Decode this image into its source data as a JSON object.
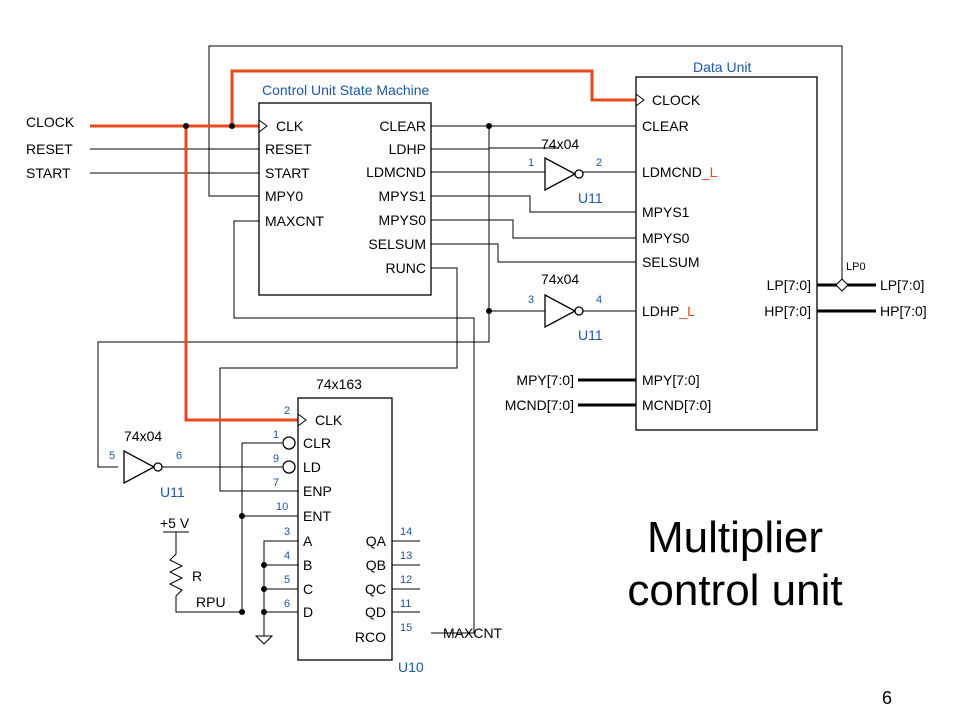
{
  "colors": {
    "clock_net": "#e84a1d",
    "annotation": "#1f57a8"
  },
  "title": {
    "line1": "Multiplier",
    "line2": "control unit"
  },
  "page_number": "6",
  "inputs": {
    "clock": "CLOCK",
    "reset": "RESET",
    "start": "START"
  },
  "control_unit": {
    "title": "Control Unit State Machine",
    "left_pins": [
      "CLK",
      "RESET",
      "START",
      "MPY0",
      "MAXCNT"
    ],
    "right_pins": [
      "CLEAR",
      "LDHP",
      "LDMCND",
      "MPYS1",
      "MPYS0",
      "SELSUM",
      "RUNC"
    ]
  },
  "data_unit": {
    "title": "Data Unit",
    "left_pins": [
      "CLOCK",
      "CLEAR",
      "LDMCND_L",
      "MPYS1",
      "MPYS0",
      "SELSUM",
      "LDHP_L",
      "MPY[7:0]",
      "MCND[7:0]"
    ],
    "right_pins": [
      "LP[7:0]",
      "HP[7:0]"
    ]
  },
  "inverters": [
    {
      "part": "74x04",
      "ref": "U11",
      "in_pin": "1",
      "out_pin": "2"
    },
    {
      "part": "74x04",
      "ref": "U11",
      "in_pin": "3",
      "out_pin": "4"
    },
    {
      "part": "74x04",
      "ref": "U11",
      "in_pin": "5",
      "out_pin": "6"
    }
  ],
  "counter": {
    "part": "74x163",
    "ref": "U10",
    "left_pins": [
      {
        "name": "CLK",
        "num": "2"
      },
      {
        "name": "CLR",
        "num": "1"
      },
      {
        "name": "LD",
        "num": "9"
      },
      {
        "name": "ENP",
        "num": "7"
      },
      {
        "name": "ENT",
        "num": "10"
      },
      {
        "name": "A",
        "num": "3"
      },
      {
        "name": "B",
        "num": "4"
      },
      {
        "name": "C",
        "num": "5"
      },
      {
        "name": "D",
        "num": "6"
      }
    ],
    "right_pins": [
      {
        "name": "QA",
        "num": "14"
      },
      {
        "name": "QB",
        "num": "13"
      },
      {
        "name": "QC",
        "num": "12"
      },
      {
        "name": "QD",
        "num": "11"
      },
      {
        "name": "RCO",
        "num": "15"
      }
    ]
  },
  "external": {
    "mpy": "MPY[7:0]",
    "mcnd": "MCND[7:0]",
    "lp_out": "LP[7:0]",
    "hp_out": "HP[7:0]",
    "lp0": "LP0",
    "maxcnt": "MAXCNT",
    "vcc": "+5 V",
    "resistor": "R",
    "rpu": "RPU"
  }
}
